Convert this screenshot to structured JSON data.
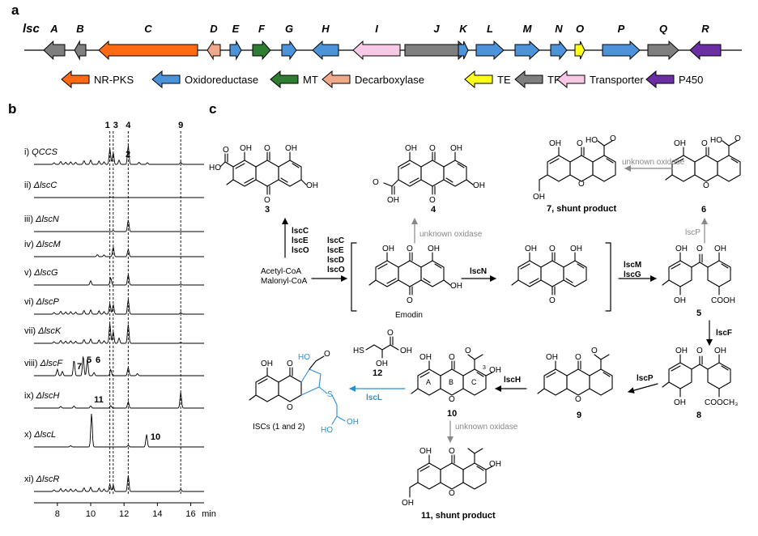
{
  "panel_a": {
    "panel_label": "a",
    "cluster_label": "lsc",
    "genes": [
      {
        "letter": "A",
        "class": "TF",
        "dir": "left"
      },
      {
        "letter": "B",
        "class": "TF",
        "dir": "left"
      },
      {
        "letter": "C",
        "class": "NR-PKS",
        "dir": "left"
      },
      {
        "letter": "D",
        "class": "Decarboxylase",
        "dir": "left"
      },
      {
        "letter": "E",
        "class": "Oxidoreductase",
        "dir": "right"
      },
      {
        "letter": "F",
        "class": "MT",
        "dir": "right"
      },
      {
        "letter": "G",
        "class": "Oxidoreductase",
        "dir": "right"
      },
      {
        "letter": "H",
        "class": "Oxidoreductase",
        "dir": "left"
      },
      {
        "letter": "I",
        "class": "Transporter",
        "dir": "left"
      },
      {
        "letter": "J",
        "class": "TF",
        "dir": "right"
      },
      {
        "letter": "K",
        "class": "Oxidoreductase",
        "dir": "right"
      },
      {
        "letter": "L",
        "class": "Oxidoreductase",
        "dir": "right"
      },
      {
        "letter": "M",
        "class": "Oxidoreductase",
        "dir": "right"
      },
      {
        "letter": "N",
        "class": "Oxidoreductase",
        "dir": "right"
      },
      {
        "letter": "O",
        "class": "TE",
        "dir": "right"
      },
      {
        "letter": "P",
        "class": "Oxidoreductase",
        "dir": "right"
      },
      {
        "letter": "Q",
        "class": "TF",
        "dir": "right"
      },
      {
        "letter": "R",
        "class": "P450",
        "dir": "left"
      }
    ],
    "legend": [
      {
        "label": "NR-PKS",
        "color": "#ff6a13"
      },
      {
        "label": "Oxidoreductase",
        "color": "#4d93d9"
      },
      {
        "label": "MT",
        "color": "#2e7d32"
      },
      {
        "label": "Decarboxylase",
        "color": "#f0a98a"
      },
      {
        "label": "TE",
        "color": "#ffff1a"
      },
      {
        "label": "TF",
        "color": "#7f7f7f"
      },
      {
        "label": "Transporter",
        "color": "#f7c9e4"
      },
      {
        "label": "P450",
        "color": "#6b2fa3"
      }
    ],
    "colors": {
      "NR-PKS": "#ff6a13",
      "Oxidoreductase": "#4d93d9",
      "MT": "#2e7d32",
      "Decarboxylase": "#f0a98a",
      "TE": "#ffff1a",
      "TF": "#7f7f7f",
      "Transporter": "#f7c9e4",
      "P450": "#6b2fa3"
    }
  },
  "panel_b": {
    "panel_label": "b",
    "traces": [
      {
        "roman": "i)",
        "name": "QCCS"
      },
      {
        "roman": "ii)",
        "name": "ΔlscC"
      },
      {
        "roman": "iii)",
        "name": "ΔlscN"
      },
      {
        "roman": "iv)",
        "name": "ΔlscM"
      },
      {
        "roman": "v)",
        "name": "ΔlscG"
      },
      {
        "roman": "vi)",
        "name": "ΔlscP"
      },
      {
        "roman": "vii)",
        "name": "ΔlscK"
      },
      {
        "roman": "viii)",
        "name": "ΔlscF"
      },
      {
        "roman": "ix)",
        "name": "ΔlscH"
      },
      {
        "roman": "x)",
        "name": "ΔlscL"
      },
      {
        "roman": "xi)",
        "name": "ΔlscR"
      }
    ],
    "marker_labels": [
      "1",
      "3",
      "4",
      "9"
    ],
    "marker_times": [
      11.15,
      11.35,
      12.25,
      15.4
    ],
    "peak_labels": [
      {
        "text": "2",
        "trace": 0
      },
      {
        "text": "7",
        "trace": 7
      },
      {
        "text": "5",
        "trace": 7
      },
      {
        "text": "6",
        "trace": 7
      },
      {
        "text": "11",
        "trace": 8
      },
      {
        "text": "10",
        "trace": 9
      }
    ],
    "x_ticks": [
      "8",
      "10",
      "12",
      "14",
      "16"
    ],
    "x_unit": "min"
  },
  "panel_c": {
    "panel_label": "c",
    "compounds": {
      "c3": "3",
      "c4": "4",
      "c5": "5",
      "c6": "6",
      "c7": "7, shunt product",
      "c8": "8",
      "c9": "9",
      "c10": "10",
      "c11": "11, shunt product",
      "c12": "12",
      "emodin": "Emodin",
      "iscs": "ISCs (1 and 2)"
    },
    "start_material": [
      "Acetyl-CoA",
      "Malonyl-CoA"
    ],
    "enzymes": {
      "to3": [
        "lscC",
        "lscE",
        "lscO"
      ],
      "to_emodin": [
        "lscC",
        "lscE",
        "lscD",
        "lscO"
      ],
      "n": "lscN",
      "mg": [
        "lscM",
        "lscG"
      ],
      "f": "lscF",
      "p1": "lscP",
      "p2": "lscP",
      "h": "lscH",
      "l": "lscL"
    },
    "oxidase_labels": [
      "unknown oxidase",
      "unknown oxidase",
      "unknown oxidase"
    ],
    "ring_labels": [
      "A",
      "B",
      "C",
      "3"
    ],
    "atoms": {
      "OH": "OH",
      "O": "O",
      "HO": "HO",
      "S": "S",
      "HS": "HS"
    }
  }
}
